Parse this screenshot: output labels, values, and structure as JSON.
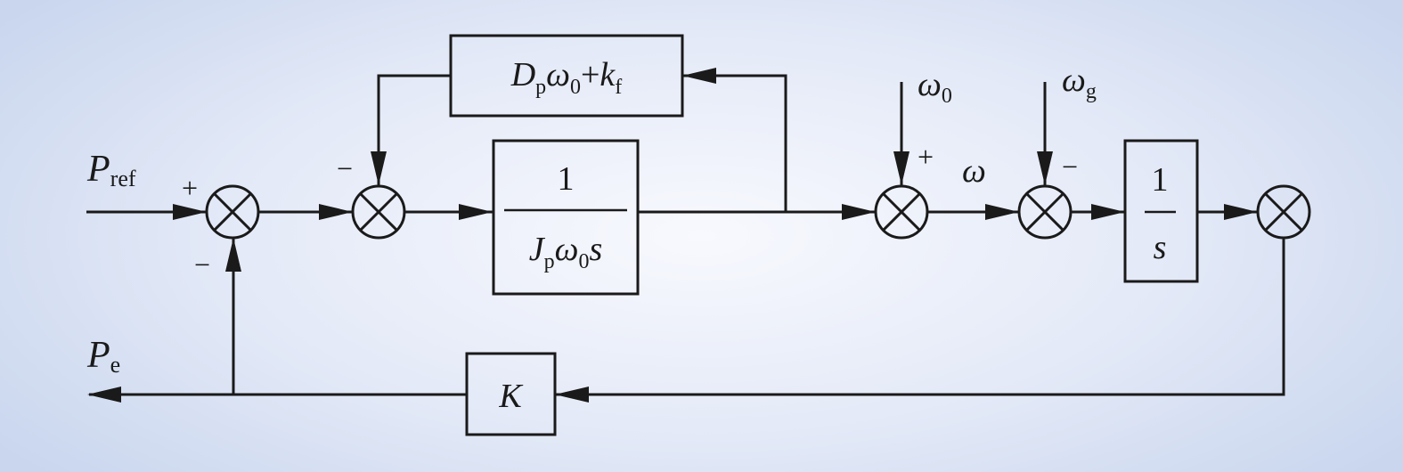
{
  "signals": {
    "p_ref": {
      "base": "P",
      "sub": "ref"
    },
    "p_e": {
      "base": "P",
      "sub": "e"
    },
    "omega0_in": {
      "base": "ω",
      "sub": "0"
    },
    "omega_g_in": {
      "base": "ω",
      "sub": "g"
    },
    "omega_mid": "ω"
  },
  "blocks": {
    "damping": {
      "d": "D",
      "d_sub": "p",
      "omega": "ω",
      "omega_sub": "0",
      "plus": "+",
      "k": "k",
      "k_sub": "f"
    },
    "inertia": {
      "num": "1",
      "den_j": "J",
      "den_j_sub": "p",
      "den_omega": "ω",
      "den_omega_sub": "0",
      "den_s": "s"
    },
    "integrator": {
      "num": "1",
      "den": "s"
    },
    "gain": {
      "label": "K"
    }
  },
  "signs": {
    "sum1_top": "+",
    "sum1_bottom": "−",
    "sum2_top": "−",
    "sum3_top": "+",
    "sum4_top": "−"
  }
}
